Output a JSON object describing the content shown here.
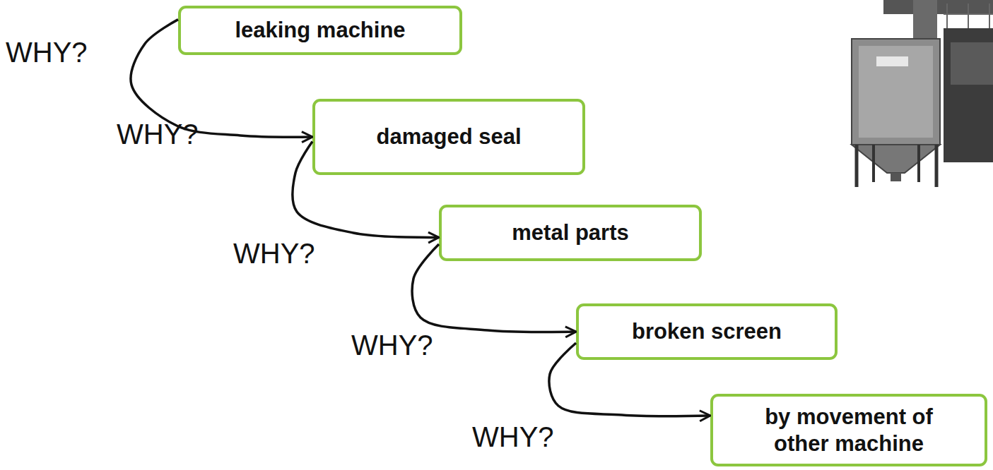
{
  "diagram": {
    "nodes": [
      {
        "text": [
          "leaking machine"
        ]
      },
      {
        "text": [
          "damaged seal"
        ]
      },
      {
        "text": [
          "metal parts"
        ]
      },
      {
        "text": [
          "broken screen"
        ]
      },
      {
        "text": [
          "by movement of other machine"
        ]
      }
    ],
    "edges": [
      {
        "from": 0,
        "to": 1,
        "arrow": "to",
        "label": "WHY?"
      },
      {
        "from": 1,
        "to": 2,
        "arrow": "to",
        "label": "WHY?"
      },
      {
        "from": 2,
        "to": 3,
        "arrow": "to",
        "label": "WHY?"
      },
      {
        "from": 3,
        "to": 4,
        "arrow": "to",
        "label": "WHY?"
      }
    ],
    "labels": [
      "WHY?"
    ]
  }
}
